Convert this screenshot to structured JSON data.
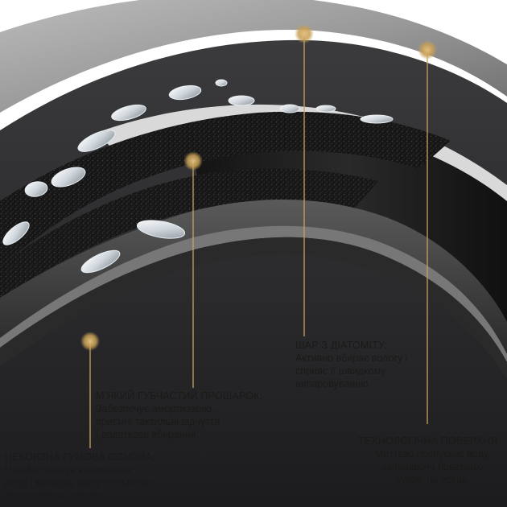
{
  "colors": {
    "callout_line": "#c9a15c",
    "callout_dot": "#d6b06a",
    "surface_dark": "#2e2e30",
    "foam": "#1b1b1b",
    "rubber": "#3a3a3a",
    "background": "#ffffff"
  },
  "callouts": {
    "diatomite": {
      "title": "ШАР З ДІАТОМІТУ:",
      "description": "Активно вбирає вологу і\nсприяє її швидкому\nвипаровуванню."
    },
    "tech_surface": {
      "title": "ТЕХНОЛОГІЧНА ПОВЕРХНЯ:",
      "description": "Миттєво пропускає воду,\nзалишаючи поверхню\nсухою на дотик."
    },
    "foam_layer": {
      "title": "М'ЯКИЙ ГУБЧАСТИЙ ПРОШАРОК:",
      "description": "Забезпечує амортизацію,\nприємні тактильні відчуття\nі додаткове вбирання."
    },
    "rubber_base": {
      "title": "НЕКОВЗНА ГУМОВА ОСНОВА:",
      "description": "Надійно фіксує килимок на\nмісці і захищає вашу стільницю\nвід подряпин і вологи."
    }
  }
}
